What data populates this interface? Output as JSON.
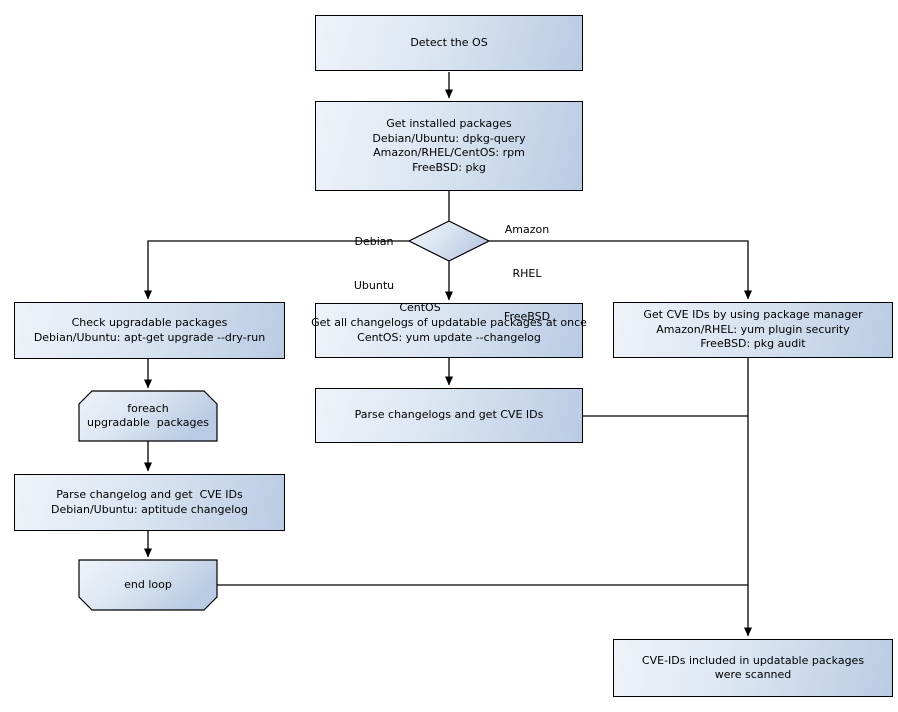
{
  "colors": {
    "background": "#ffffff",
    "node_fill_light": "#eff3fa",
    "node_fill_dark": "#b9cbe4",
    "border": "#000000"
  },
  "nodes": {
    "detect_os": {
      "lines": [
        "Detect the OS"
      ]
    },
    "get_installed_packages": {
      "lines": [
        "Get installed packages",
        "Debian/Ubuntu: dpkg-query",
        "Amazon/RHEL/CentOS: rpm",
        "FreeBSD: pkg"
      ]
    },
    "check_upgradable_packages": {
      "lines": [
        "Check upgradable packages",
        "Debian/Ubuntu: apt-get upgrade --dry-run"
      ]
    },
    "foreach_upgradable_packages": {
      "lines": [
        "foreach",
        "upgradable  packages"
      ]
    },
    "parse_changelog_get_cve_ids": {
      "lines": [
        "Parse changelog and get  CVE IDs",
        "Debian/Ubuntu: aptitude changelog"
      ]
    },
    "end_loop": {
      "lines": [
        "end loop"
      ]
    },
    "get_all_changelogs": {
      "lines": [
        "Get all changelogs of updatable packages at once",
        "CentOS: yum update --changelog"
      ]
    },
    "parse_changelogs_get_cve_ids": {
      "lines": [
        "Parse changelogs and get CVE IDs"
      ]
    },
    "get_cve_ids_by_package_manager": {
      "lines": [
        "Get CVE IDs by using package manager",
        "Amazon/RHEL: yum plugin security",
        "FreeBSD: pkg audit"
      ]
    },
    "cve_ids_scanned": {
      "lines": [
        "CVE-IDs included in updatable packages",
        "were scanned"
      ]
    }
  },
  "edge_labels": {
    "debian_ubuntu": [
      "Debian",
      "Ubuntu"
    ],
    "amazon_rhel_freebsd": [
      "Amazon",
      "RHEL",
      "FreeBSD"
    ],
    "centos": [
      "CentOS"
    ]
  }
}
